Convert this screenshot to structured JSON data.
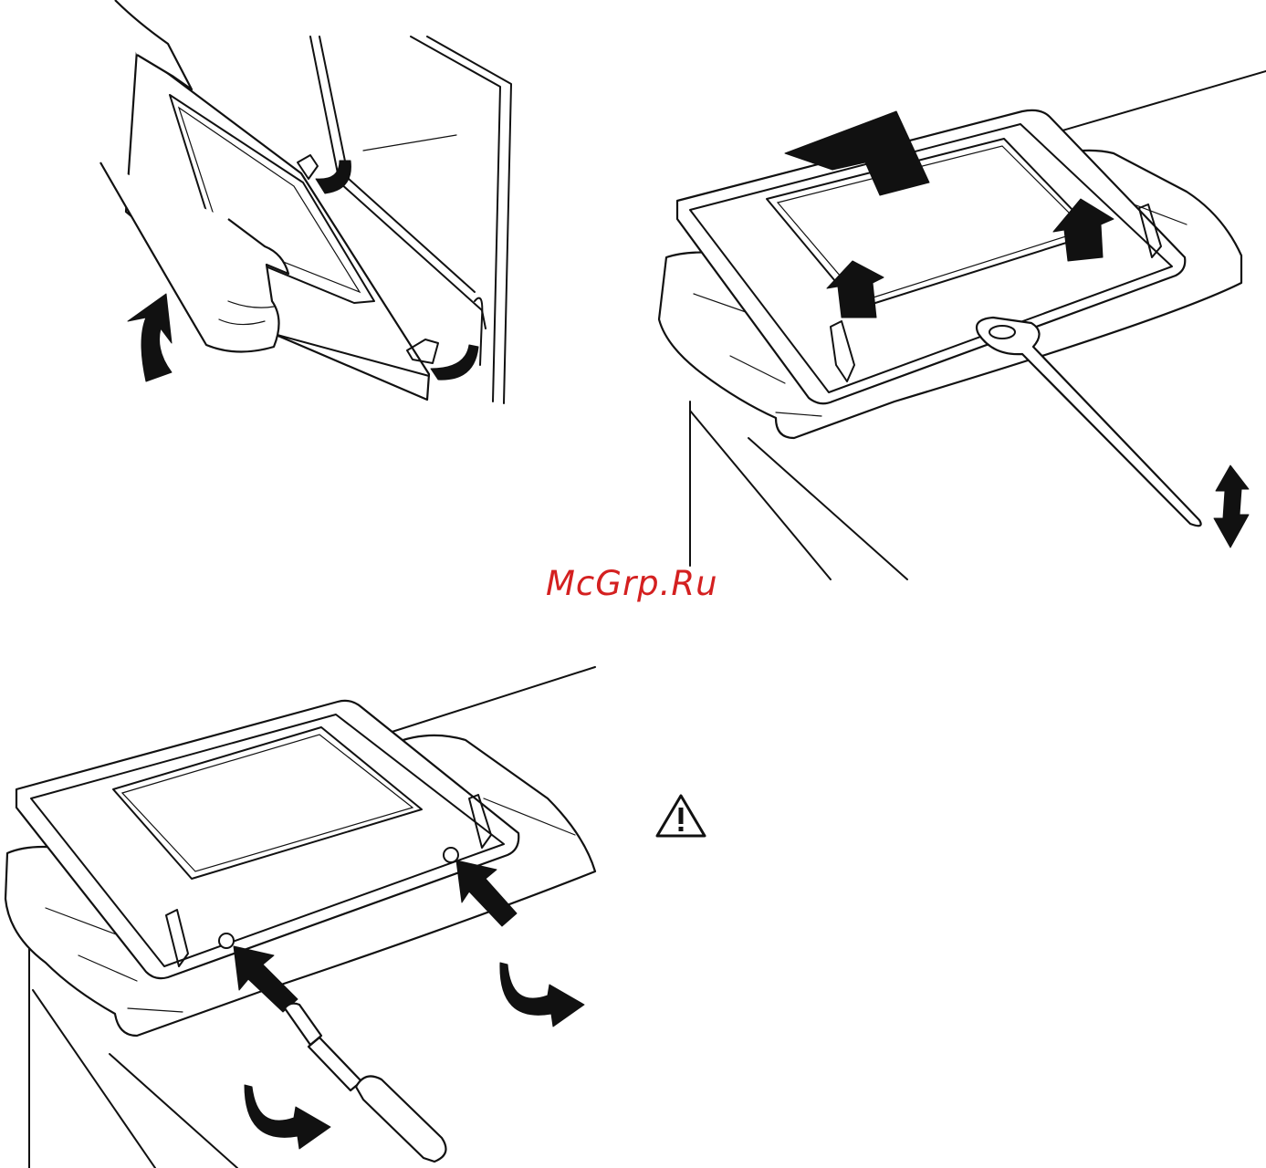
{
  "watermark": {
    "text": "McGrp.Ru",
    "color": "#d42020"
  },
  "colors": {
    "line": "#111111",
    "background": "#ffffff"
  },
  "figures": [
    {
      "id": "door-removal",
      "icon": "oven-door-lift-illustration"
    },
    {
      "id": "inner-glass-removal",
      "icon": "door-glass-lift-illustration"
    },
    {
      "id": "glass-screw-removal",
      "icon": "screwdriver-illustration"
    }
  ],
  "warning": {
    "icon": "warning-triangle-icon"
  }
}
